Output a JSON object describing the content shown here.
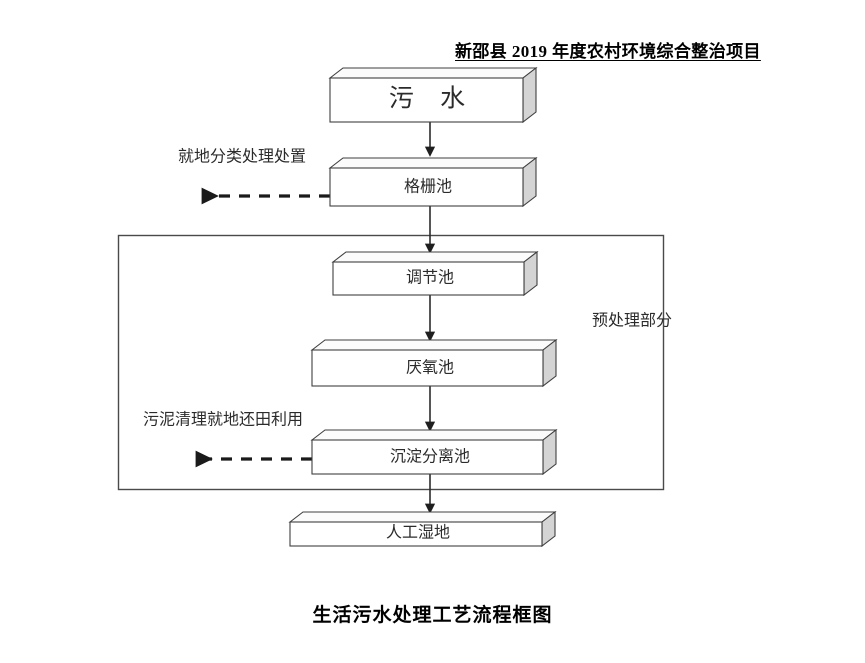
{
  "document": {
    "header": "新邵县 2019 年度农村环境综合整治项目",
    "caption": "生活污水处理工艺流程框图"
  },
  "diagram": {
    "type": "flowchart",
    "orientation": "top-to-bottom",
    "nodes": [
      {
        "id": "wastewater",
        "label": "污  水",
        "shape": "3d-box"
      },
      {
        "id": "grate-tank",
        "label": "格栅池",
        "shape": "3d-box"
      },
      {
        "id": "regulate-tank",
        "label": "调节池",
        "shape": "3d-box"
      },
      {
        "id": "anaerobic",
        "label": "厌氧池",
        "shape": "3d-box"
      },
      {
        "id": "settling",
        "label": "沉淀分离池",
        "shape": "3d-box"
      },
      {
        "id": "wetland",
        "label": "人工湿地",
        "shape": "3d-box"
      }
    ],
    "group": {
      "id": "pretreatment",
      "label": "预处理部分",
      "members": [
        "regulate-tank",
        "anaerobic",
        "settling"
      ]
    },
    "edges": [
      {
        "from": "wastewater",
        "to": "grate-tank",
        "style": "solid",
        "label": ""
      },
      {
        "from": "grate-tank",
        "to": "regulate-tank",
        "style": "solid",
        "label": ""
      },
      {
        "from": "regulate-tank",
        "to": "anaerobic",
        "style": "solid",
        "label": ""
      },
      {
        "from": "anaerobic",
        "to": "settling",
        "style": "solid",
        "label": ""
      },
      {
        "from": "settling",
        "to": "wetland",
        "style": "solid",
        "label": ""
      },
      {
        "from": "grate-tank",
        "to": "",
        "style": "dashed",
        "direction": "left",
        "label": "就地分类处理处置"
      },
      {
        "from": "settling",
        "to": "",
        "style": "dashed",
        "direction": "left",
        "label": "污泥清理就地还田利用"
      }
    ],
    "side_labels": {
      "grate_branch": "就地分类处理处置",
      "settling_branch": "污泥清理就地还田利用"
    },
    "colors": {
      "box_front": "#ffffff",
      "box_side": "#d4d4d4",
      "outline": "#3f3f3f",
      "text": "#2b2b2b",
      "background": "#ffffff"
    }
  }
}
